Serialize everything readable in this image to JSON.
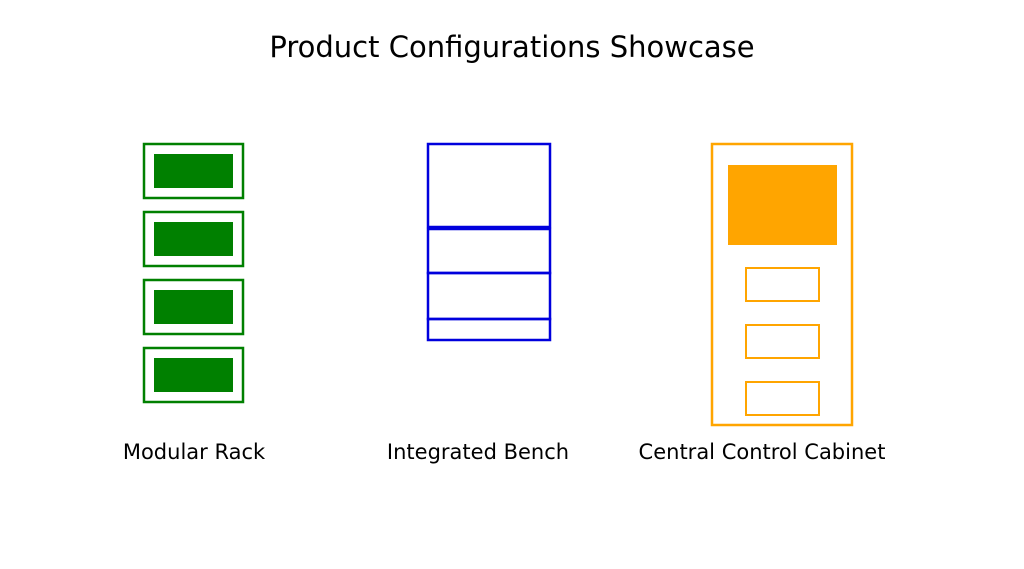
{
  "title": "Product Configurations Showcase",
  "colors": {
    "modular_rack": "#008000",
    "integrated_bench": "#0000dd",
    "central_control_cabinet": "#ffa500"
  },
  "products": [
    {
      "label": "Modular Rack",
      "modules": 4
    },
    {
      "label": "Integrated Bench",
      "sections": 4
    },
    {
      "label": "Central Control Cabinet",
      "panels": 1,
      "drawers": 3
    }
  ]
}
